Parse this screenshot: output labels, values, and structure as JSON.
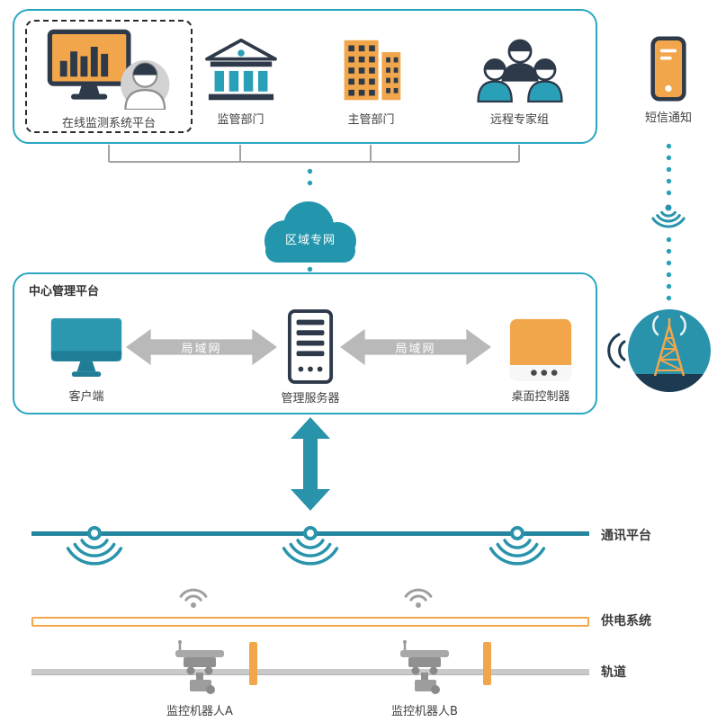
{
  "colors": {
    "teal": "#2aa0b8",
    "teal_dark": "#2396ad",
    "orange": "#f2a64b",
    "navy": "#2e3a4a",
    "arrow_gray": "#b9b9b9"
  },
  "top_row": {
    "online_platform_label": "在线监测系统平台",
    "regulator_label": "监管部门",
    "authority_label": "主管部门",
    "experts_label": "远程专家组",
    "sms_label": "短信通知"
  },
  "cloud_label": "区域专网",
  "center_platform": {
    "title": "中心管理平台",
    "client_label": "客户端",
    "server_label": "管理服务器",
    "controller_label": "桌面控制器",
    "lan_left_label": "局域网",
    "lan_right_label": "局域网"
  },
  "field": {
    "comm_label": "通讯平台",
    "power_label": "供电系统",
    "track_label": "轨道",
    "robot_a_label": "监控机器人A",
    "robot_b_label": "监控机器人B"
  },
  "icons": {
    "online_platform": "monitor-barchart-operator-icon",
    "regulator": "bank-building-icon",
    "authority": "office-building-icon",
    "experts": "people-group-icon",
    "sms": "smartphone-icon",
    "cloud": "cloud-icon",
    "client": "desktop-monitor-icon",
    "server": "server-tower-icon",
    "controller": "desktop-controller-icon",
    "tower": "radio-tower-icon",
    "robot": "rail-robot-icon"
  }
}
